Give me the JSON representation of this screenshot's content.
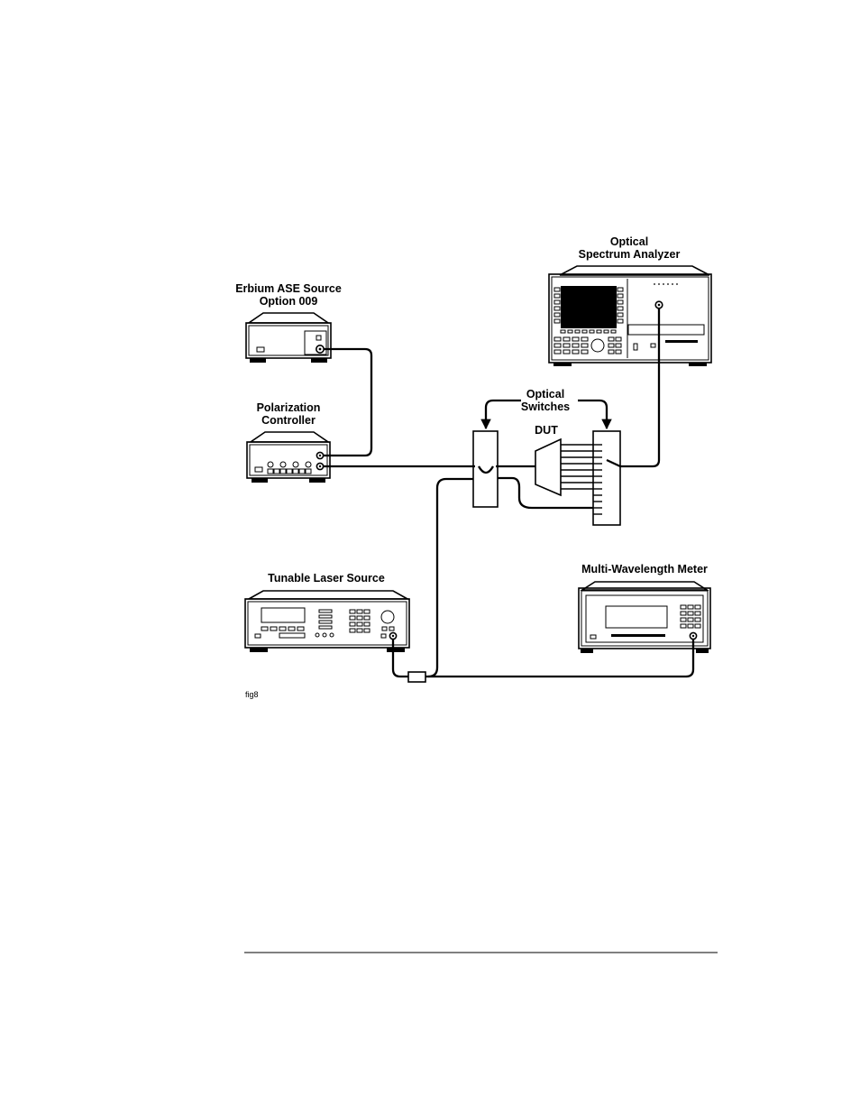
{
  "labels": {
    "erbium_line1": "Erbium ASE Source",
    "erbium_line2": "Option 009",
    "osa_line1": "Optical",
    "osa_line2": "Spectrum Analyzer",
    "polarization_line1": "Polarization",
    "polarization_line2": "Controller",
    "switches_line1": "Optical",
    "switches_line2": "Switches",
    "dut": "DUT",
    "tunable_laser": "Tunable Laser Source",
    "mwm": "Multi-Wavelength Meter",
    "figure_id": "fig8"
  },
  "colors": {
    "ink": "#000000",
    "paper": "#ffffff"
  }
}
